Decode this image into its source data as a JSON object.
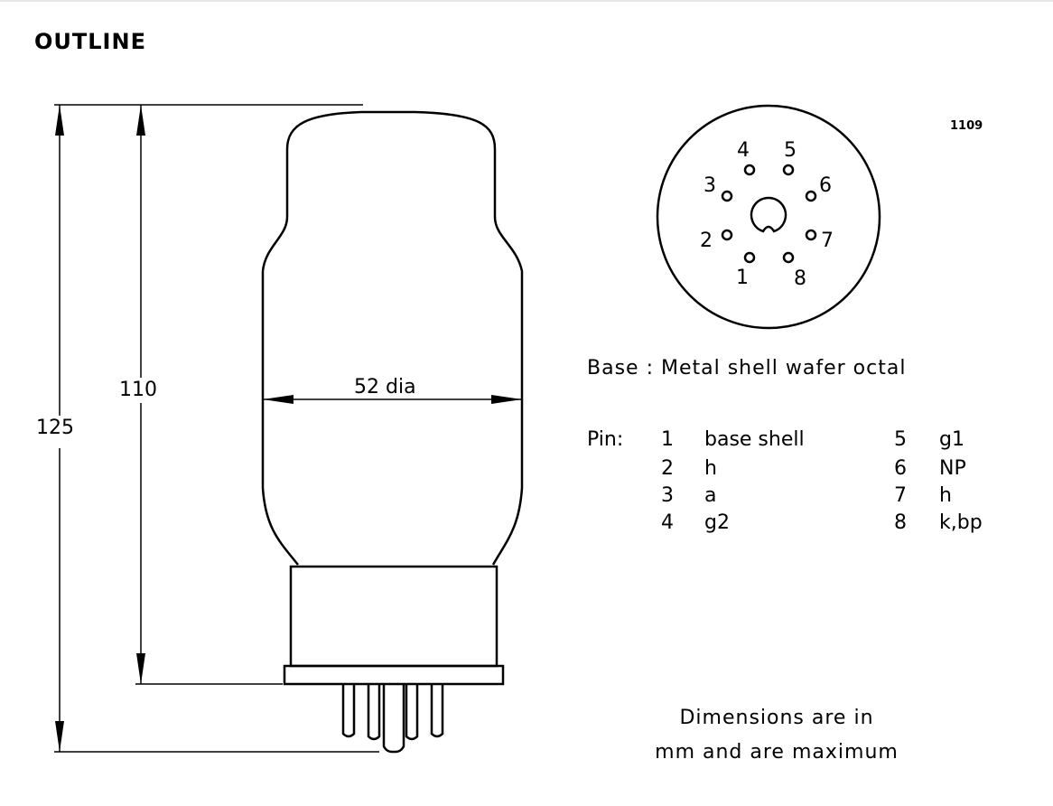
{
  "title": "OUTLINE",
  "drawing_number": "1109",
  "dimensions": {
    "overall_height": "125",
    "bulb_height": "110",
    "diameter": "52 dia"
  },
  "base_pins": [
    "1",
    "2",
    "3",
    "4",
    "5",
    "6",
    "7",
    "8"
  ],
  "base_label": "Base : Metal shell wafer octal",
  "pin_label": "Pin:",
  "pins": [
    {
      "num": "1",
      "name": "base shell"
    },
    {
      "num": "2",
      "name": "h"
    },
    {
      "num": "3",
      "name": "a"
    },
    {
      "num": "4",
      "name": "g2"
    },
    {
      "num": "5",
      "name": "g1"
    },
    {
      "num": "6",
      "name": "NP"
    },
    {
      "num": "7",
      "name": "h"
    },
    {
      "num": "8",
      "name": "k,bp"
    }
  ],
  "note_line1": "Dimensions are in",
  "note_line2": "mm and are maximum"
}
